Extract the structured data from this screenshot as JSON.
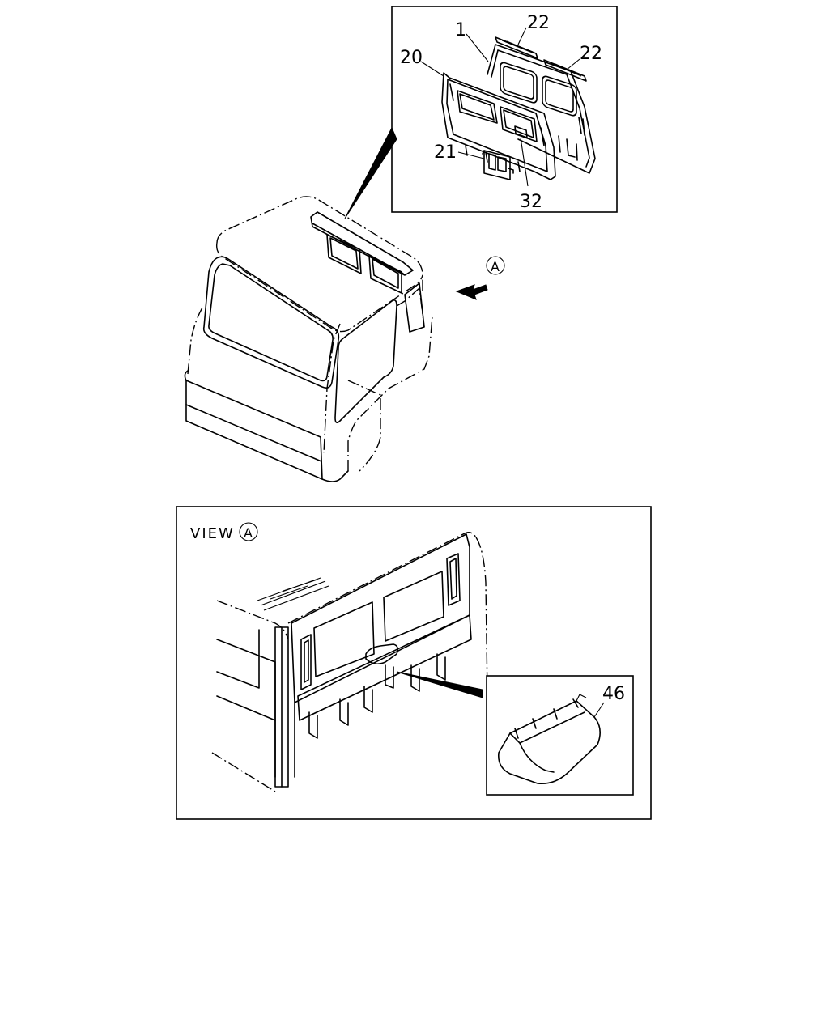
{
  "callouts": {
    "part_1": "1",
    "part_20": "20",
    "part_21": "21",
    "part_22_a": "22",
    "part_22_b": "22",
    "part_32": "32",
    "part_46": "46"
  },
  "view_marker": {
    "letter": "A",
    "view_title": "VIEW"
  }
}
